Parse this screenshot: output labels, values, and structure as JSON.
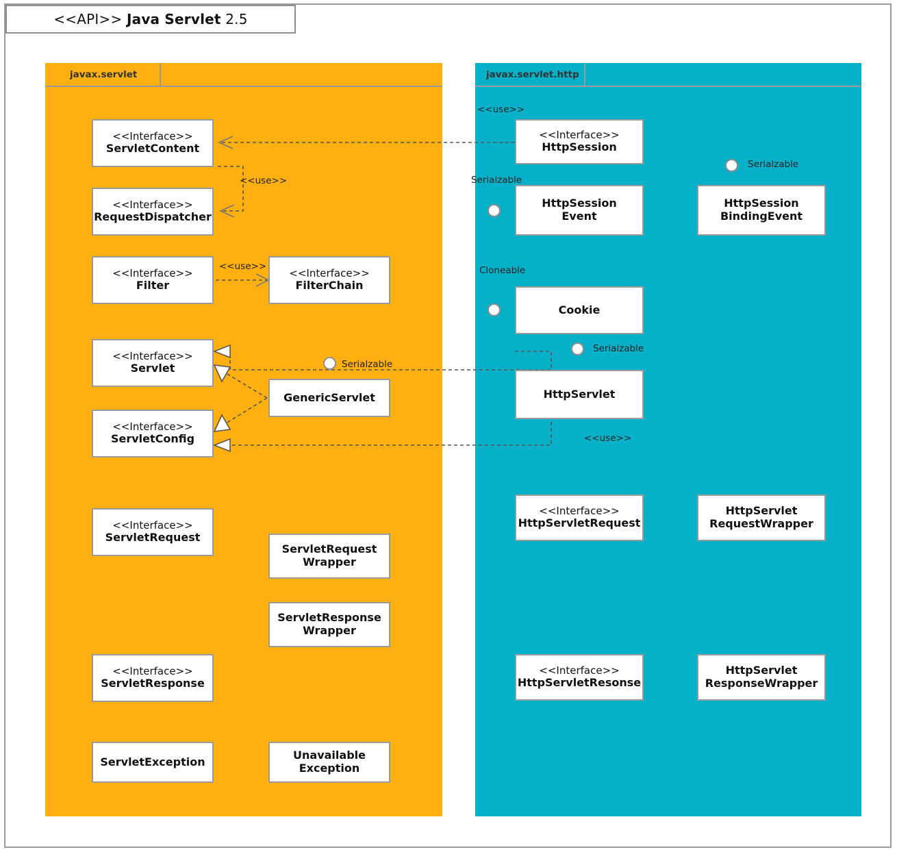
{
  "diagram": {
    "title_stereotype": "<<API>> ",
    "title_name": "Java Servlet",
    "title_version": " 2.5",
    "colors": {
      "package_left": "#FFAF0F",
      "package_right": "#06B0C8",
      "box_border": "#9a9a9a",
      "line": "#555555"
    }
  },
  "packages": [
    {
      "name": "javax.servlet",
      "color": "#FFAF0F"
    },
    {
      "name": "javax.servlet.http",
      "color": "#06B0C8"
    }
  ],
  "classes": [
    {
      "id": "servletcontent",
      "stereotype": "<<Interface>>",
      "name": "ServletContent",
      "package": "javax.servlet"
    },
    {
      "id": "requestdispatcher",
      "stereotype": "<<Interface>>",
      "name": "RequestDispatcher",
      "package": "javax.servlet"
    },
    {
      "id": "filter",
      "stereotype": "<<Interface>>",
      "name": "Filter",
      "package": "javax.servlet"
    },
    {
      "id": "filterchain",
      "stereotype": "<<Interface>>",
      "name": "FilterChain",
      "package": "javax.servlet"
    },
    {
      "id": "servlet",
      "stereotype": "<<Interface>>",
      "name": "Servlet",
      "package": "javax.servlet"
    },
    {
      "id": "servletconfig",
      "stereotype": "<<Interface>>",
      "name": "ServletConfig",
      "package": "javax.servlet"
    },
    {
      "id": "genericservlet",
      "stereotype": "",
      "name": "GenericServlet",
      "package": "javax.servlet"
    },
    {
      "id": "servletrequest",
      "stereotype": "<<Interface>>",
      "name": "ServletRequest",
      "package": "javax.servlet"
    },
    {
      "id": "servletrequestwrapper",
      "stereotype": "",
      "name": "ServletRequest\nWrapper",
      "package": "javax.servlet"
    },
    {
      "id": "servletresponsewrapper",
      "stereotype": "",
      "name": "ServletResponse\nWrapper",
      "package": "javax.servlet"
    },
    {
      "id": "servletresponse",
      "stereotype": "<<Interface>>",
      "name": "ServletResponse",
      "package": "javax.servlet"
    },
    {
      "id": "servletexception",
      "stereotype": "",
      "name": "ServletException",
      "package": "javax.servlet"
    },
    {
      "id": "unavailableexception",
      "stereotype": "",
      "name": "Unavailable\nException",
      "package": "javax.servlet"
    },
    {
      "id": "httpsession",
      "stereotype": "<<Interface>>",
      "name": "HttpSession",
      "package": "javax.servlet.http"
    },
    {
      "id": "httpsessionevent",
      "stereotype": "",
      "name": "HttpSession\nEvent",
      "package": "javax.servlet.http"
    },
    {
      "id": "httpsessionbindingevent",
      "stereotype": "",
      "name": "HttpSession\nBindingEvent",
      "package": "javax.servlet.http"
    },
    {
      "id": "cookie",
      "stereotype": "",
      "name": "Cookie",
      "package": "javax.servlet.http"
    },
    {
      "id": "httpservlet",
      "stereotype": "",
      "name": "HttpServlet",
      "package": "javax.servlet.http"
    },
    {
      "id": "httpservletrequest",
      "stereotype": "<<Interface>>",
      "name": "HttpServletRequest",
      "package": "javax.servlet.http"
    },
    {
      "id": "httpservletrequestwrapper",
      "stereotype": "",
      "name": "HttpServlet\nRequestWrapper",
      "package": "javax.servlet.http"
    },
    {
      "id": "httpservletresonse",
      "stereotype": "<<Interface>>",
      "name": "HttpServletResonse",
      "package": "javax.servlet.http"
    },
    {
      "id": "httpservletresponsewrapper",
      "stereotype": "",
      "name": "HttpServlet\nResponseWrapper",
      "package": "javax.servlet.http"
    }
  ],
  "interface_lollipops": [
    {
      "id": "lolli-genericservlet",
      "label": "Serialzable"
    },
    {
      "id": "lolli-httpsessionbindingevent",
      "label": "Serialzable"
    },
    {
      "id": "lolli-httpsessionevent",
      "label": "Serialzable"
    },
    {
      "id": "lolli-cookie",
      "label": "Cloneable"
    },
    {
      "id": "lolli-httpservlet",
      "label": "Serialzable"
    }
  ],
  "edge_labels": [
    {
      "id": "use-dispatcher",
      "label": "<<use>>"
    },
    {
      "id": "use-filterchain",
      "label": "<<use>>"
    },
    {
      "id": "use-httpsession",
      "label": "<<use>>"
    },
    {
      "id": "use-httpservlet",
      "label": "<<use>>"
    }
  ]
}
